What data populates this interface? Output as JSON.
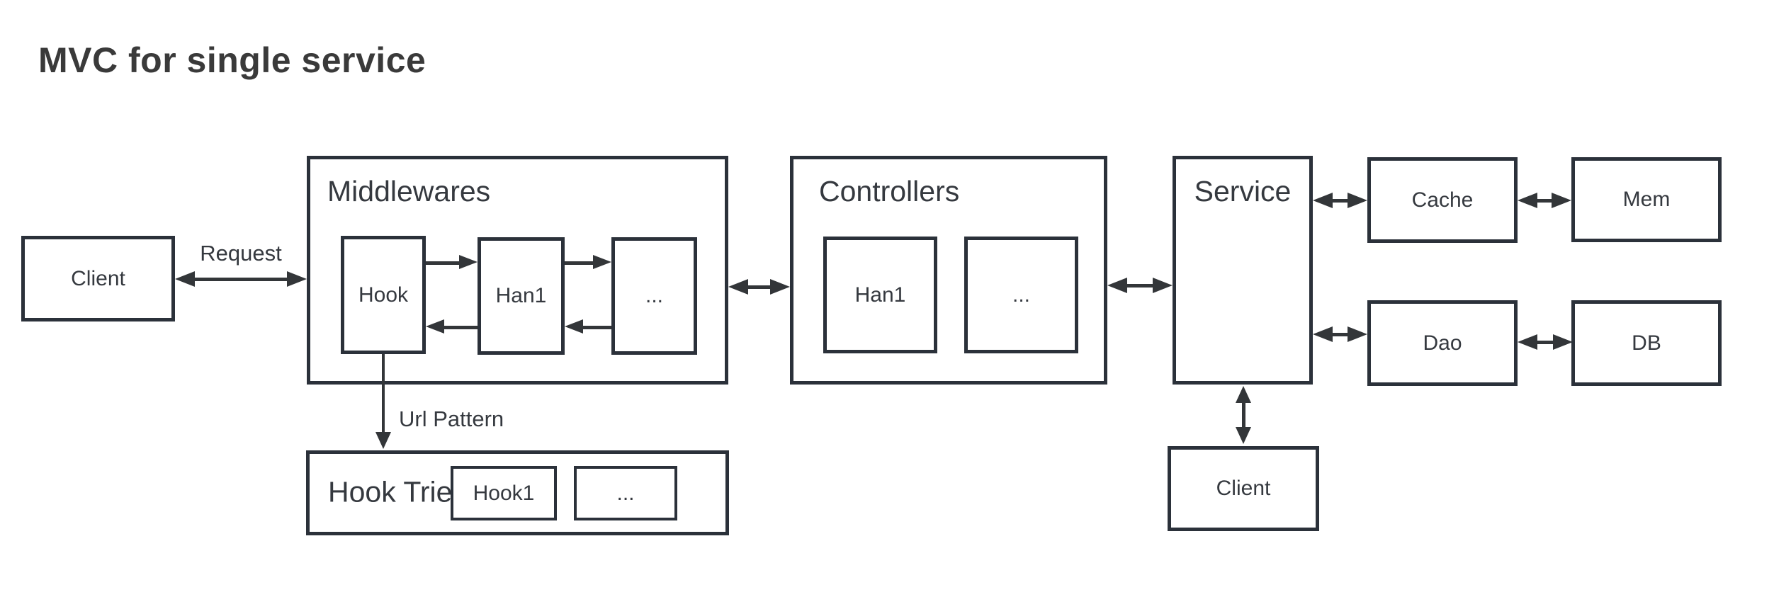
{
  "title": "MVC for single service",
  "colors": {
    "border": "#2b313a",
    "text": "#35393f",
    "arrow": "#333639",
    "background": "#ffffff",
    "title": "#3a3a3a"
  },
  "annotations": {
    "request": "Request",
    "url_pattern": "Url Pattern"
  },
  "nodes": {
    "client_left": {
      "label": "Client"
    },
    "middlewares": {
      "label": "Middlewares",
      "children": {
        "hook": "Hook",
        "han1": "Han1",
        "more": "..."
      }
    },
    "hook_trie": {
      "label": "Hook Trie",
      "children": {
        "hook1": "Hook1",
        "more": "..."
      }
    },
    "controllers": {
      "label": "Controllers",
      "children": {
        "han1": "Han1",
        "more": "..."
      }
    },
    "service": {
      "label": "Service"
    },
    "cache": {
      "label": "Cache"
    },
    "mem": {
      "label": "Mem"
    },
    "dao": {
      "label": "Dao"
    },
    "db": {
      "label": "DB"
    },
    "client_bottom": {
      "label": "Client"
    }
  }
}
